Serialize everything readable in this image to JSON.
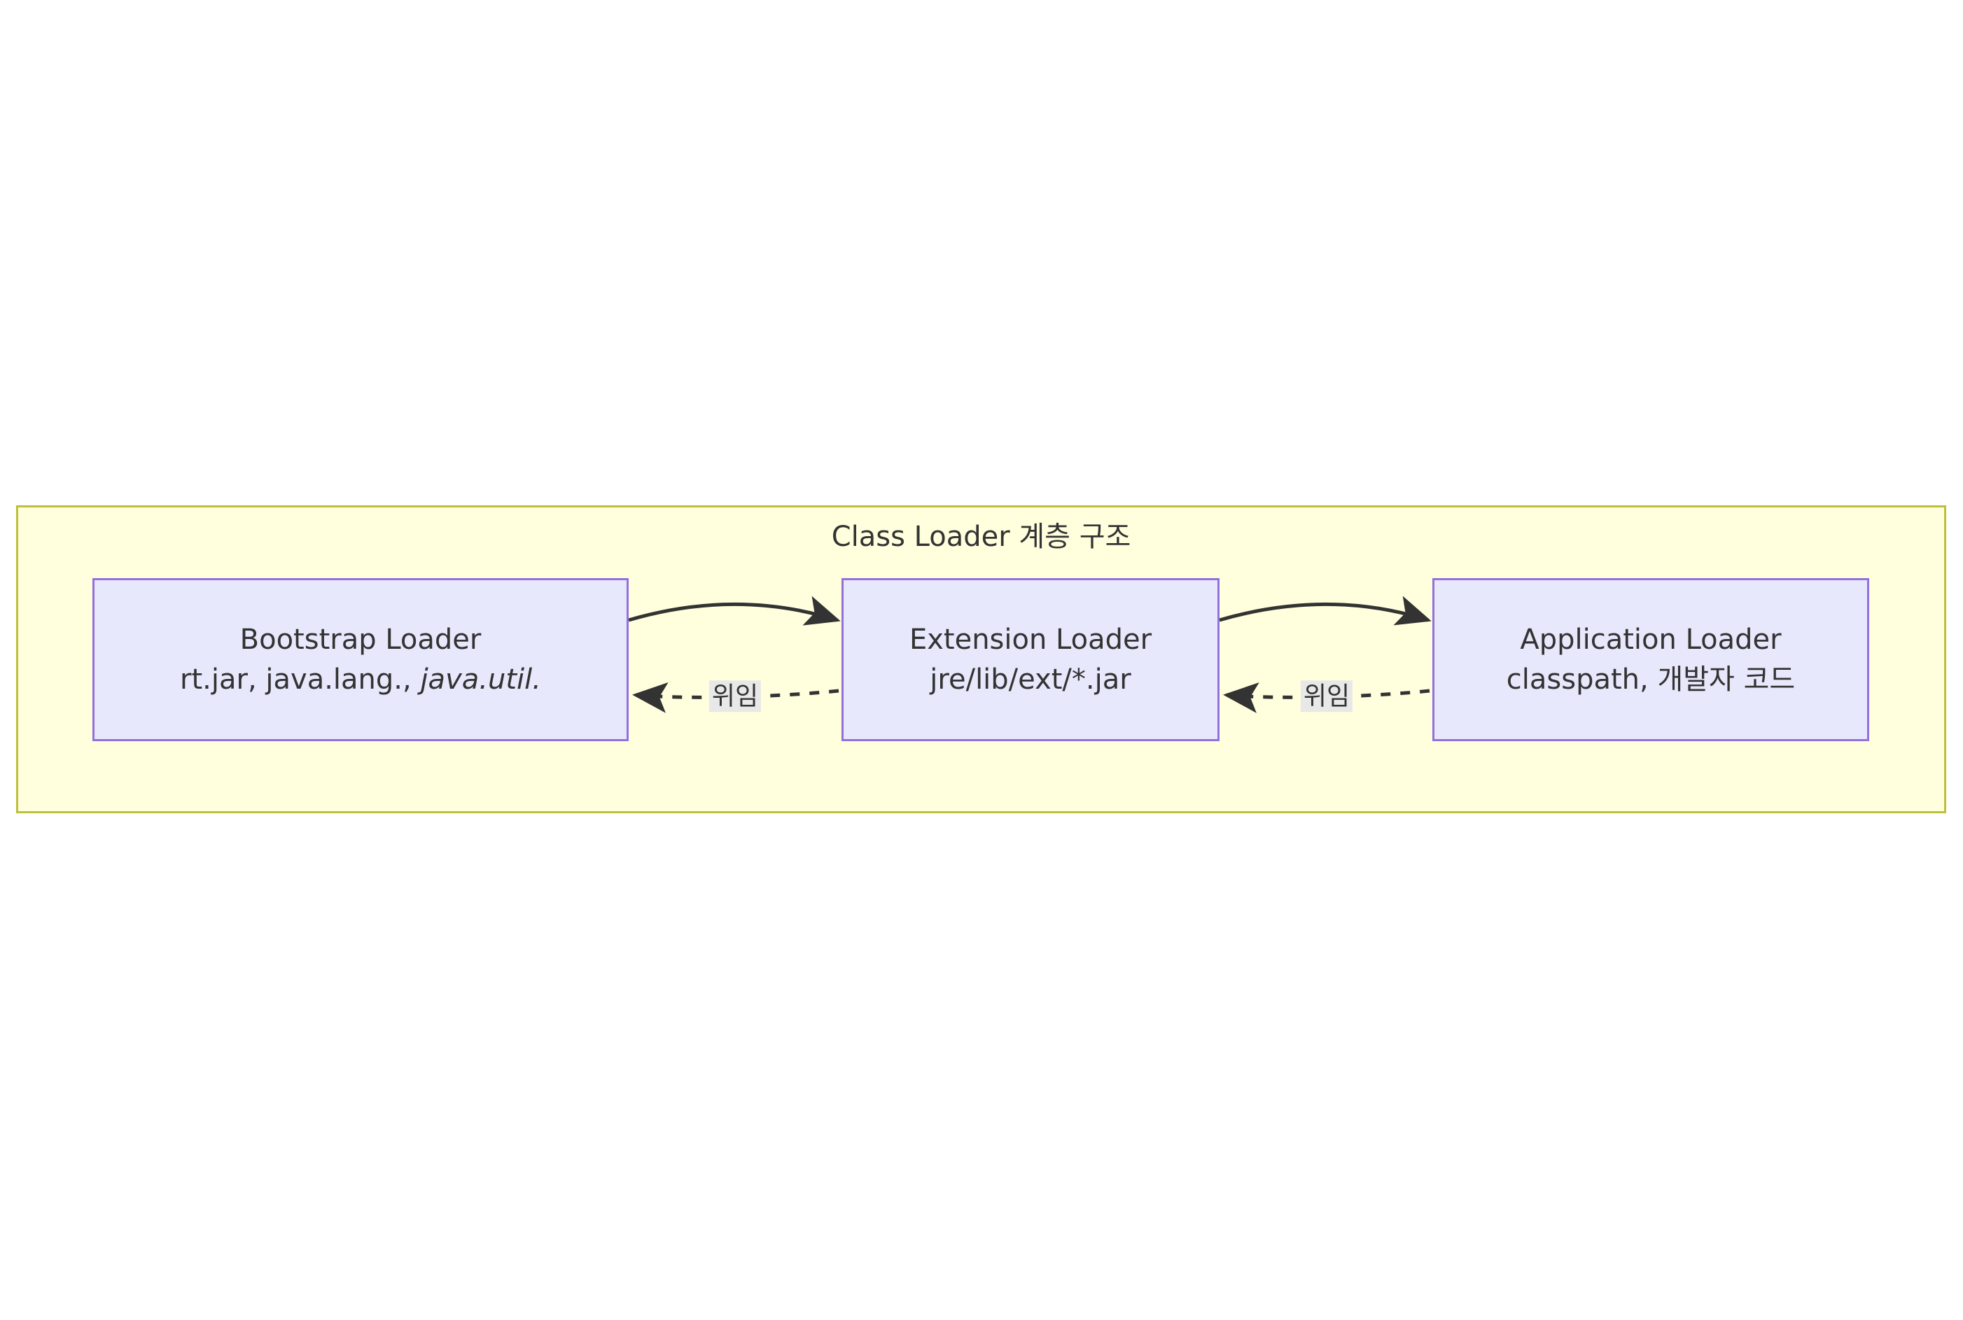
{
  "diagram": {
    "type": "flowchart",
    "orientation": "left-to-right",
    "background_color": "#ffffff",
    "subgraph": {
      "title": "Class Loader 계층 구조",
      "fill_color": "#ffffde",
      "border_color": "#bfbf38"
    },
    "node_style": {
      "fill_color": "#e8e8fd",
      "border_color": "#9370db",
      "text_color": "#333333"
    },
    "nodes": [
      {
        "id": "bootstrap",
        "line1": "Bootstrap Loader",
        "line2_prefix": "rt.jar, java.lang., ",
        "line2_emphasis": "java.util."
      },
      {
        "id": "extension",
        "line1": "Extension Loader",
        "line2_prefix": "jre/lib/ext/*.jar",
        "line2_emphasis": ""
      },
      {
        "id": "application",
        "line1": "Application Loader",
        "line2_prefix": "classpath, 개발자 코드",
        "line2_emphasis": ""
      }
    ],
    "edges": [
      {
        "id": "edge-bootstrap-extension",
        "from": "bootstrap",
        "to": "extension",
        "style": "solid",
        "arrow": "forward",
        "label": ""
      },
      {
        "id": "edge-extension-application",
        "from": "extension",
        "to": "application",
        "style": "solid",
        "arrow": "forward",
        "label": ""
      },
      {
        "id": "edge-extension-bootstrap-delegate",
        "from": "extension",
        "to": "bootstrap",
        "style": "dotted",
        "arrow": "forward",
        "label": "위임"
      },
      {
        "id": "edge-application-extension-delegate",
        "from": "application",
        "to": "extension",
        "style": "dotted",
        "arrow": "forward",
        "label": "위임"
      }
    ],
    "edge_label_style": {
      "background_color": "#e8e8e8",
      "text_color": "#333333"
    },
    "edge_line_color": "#333333"
  }
}
